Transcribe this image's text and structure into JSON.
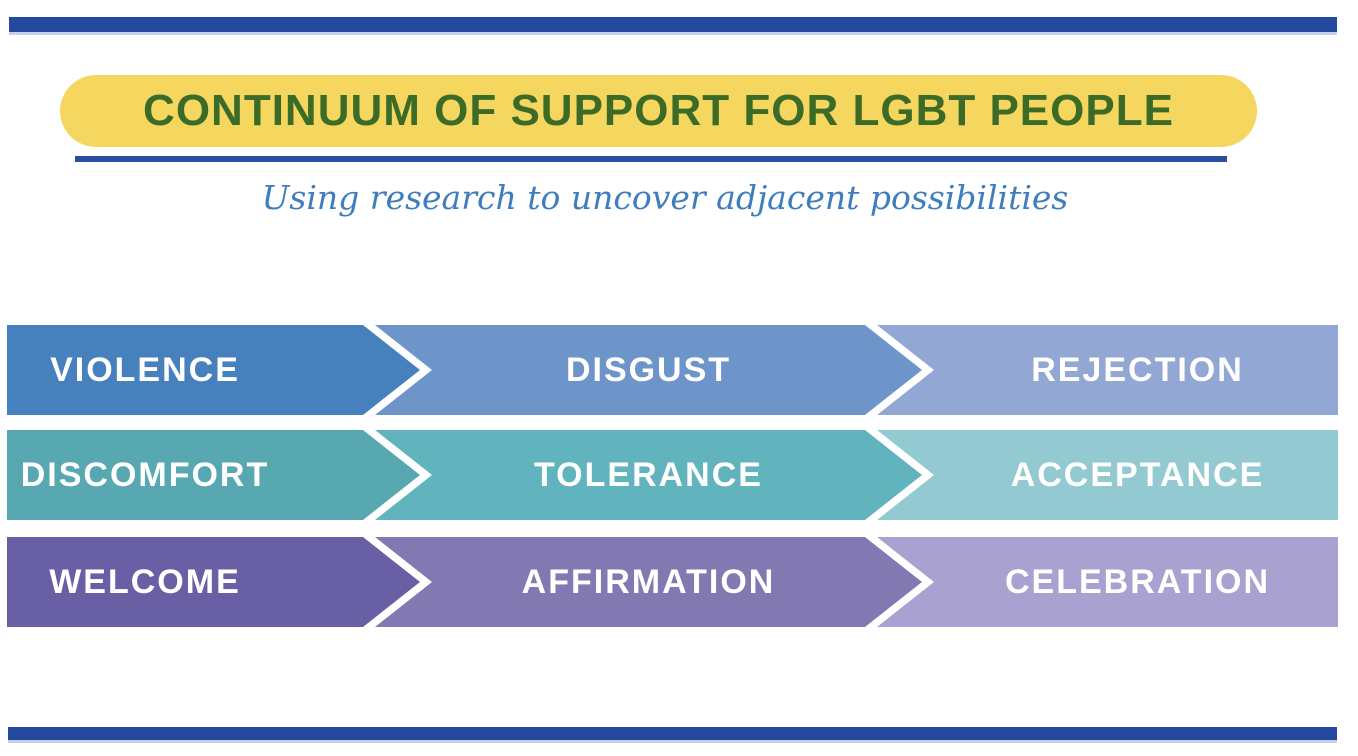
{
  "page": {
    "title": "CONTINUUM OF SUPPORT FOR LGBT PEOPLE",
    "subtitle": "Using research to uncover adjacent possibilities"
  },
  "colors": {
    "rule_navy": "#24489B",
    "rule_light_edge": "#C3D2EA",
    "pill_yellow": "#F5D65F",
    "title_green": "#3B6B27",
    "underline_blue": "#2B4EA0",
    "subtitle_blue": "#3E7DBE",
    "label_white": "#FFFFFF"
  },
  "continuum_rows": [
    {
      "name": "negative-responses",
      "segments": [
        {
          "label": "VIOLENCE",
          "color": "#4681BE"
        },
        {
          "label": "DISGUST",
          "color": "#6E95C9"
        },
        {
          "label": "REJECTION",
          "color": "#92A7D3"
        }
      ]
    },
    {
      "name": "neutral-responses",
      "segments": [
        {
          "label": "DISCOMFORT",
          "color": "#58A8B1"
        },
        {
          "label": "TOLERANCE",
          "color": "#61B4BE"
        },
        {
          "label": "ACCEPTANCE",
          "color": "#93C9D1"
        }
      ]
    },
    {
      "name": "positive-responses",
      "segments": [
        {
          "label": "WELCOME",
          "color": "#695FA4"
        },
        {
          "label": "AFFIRMATION",
          "color": "#8279B3"
        },
        {
          "label": "CELEBRATION",
          "color": "#A9A1CF"
        }
      ]
    }
  ]
}
